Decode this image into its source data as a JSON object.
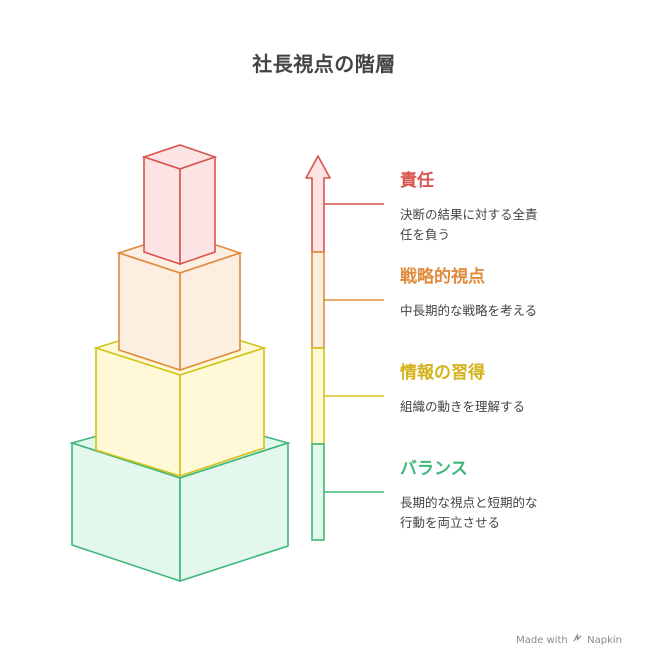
{
  "title": "社長視点の階層",
  "levels": [
    {
      "heading": "責任",
      "desc_line1": "決断の結果に対する全責",
      "desc_line2": "任を負う",
      "color": "#d9534f"
    },
    {
      "heading": "戦略的視点",
      "desc_line1": "中長期的な戦略を考える",
      "desc_line2": "",
      "color": "#e08a3c"
    },
    {
      "heading": "情報の習得",
      "desc_line1": "組織の動きを理解する",
      "desc_line2": "",
      "color": "#d4b21a"
    },
    {
      "heading": "バランス",
      "desc_line1": "長期的な視点と短期的な",
      "desc_line2": "行動を両立させる",
      "color": "#3fb77a"
    }
  ],
  "watermark": {
    "prefix": "Made with",
    "brand": "Napkin"
  }
}
